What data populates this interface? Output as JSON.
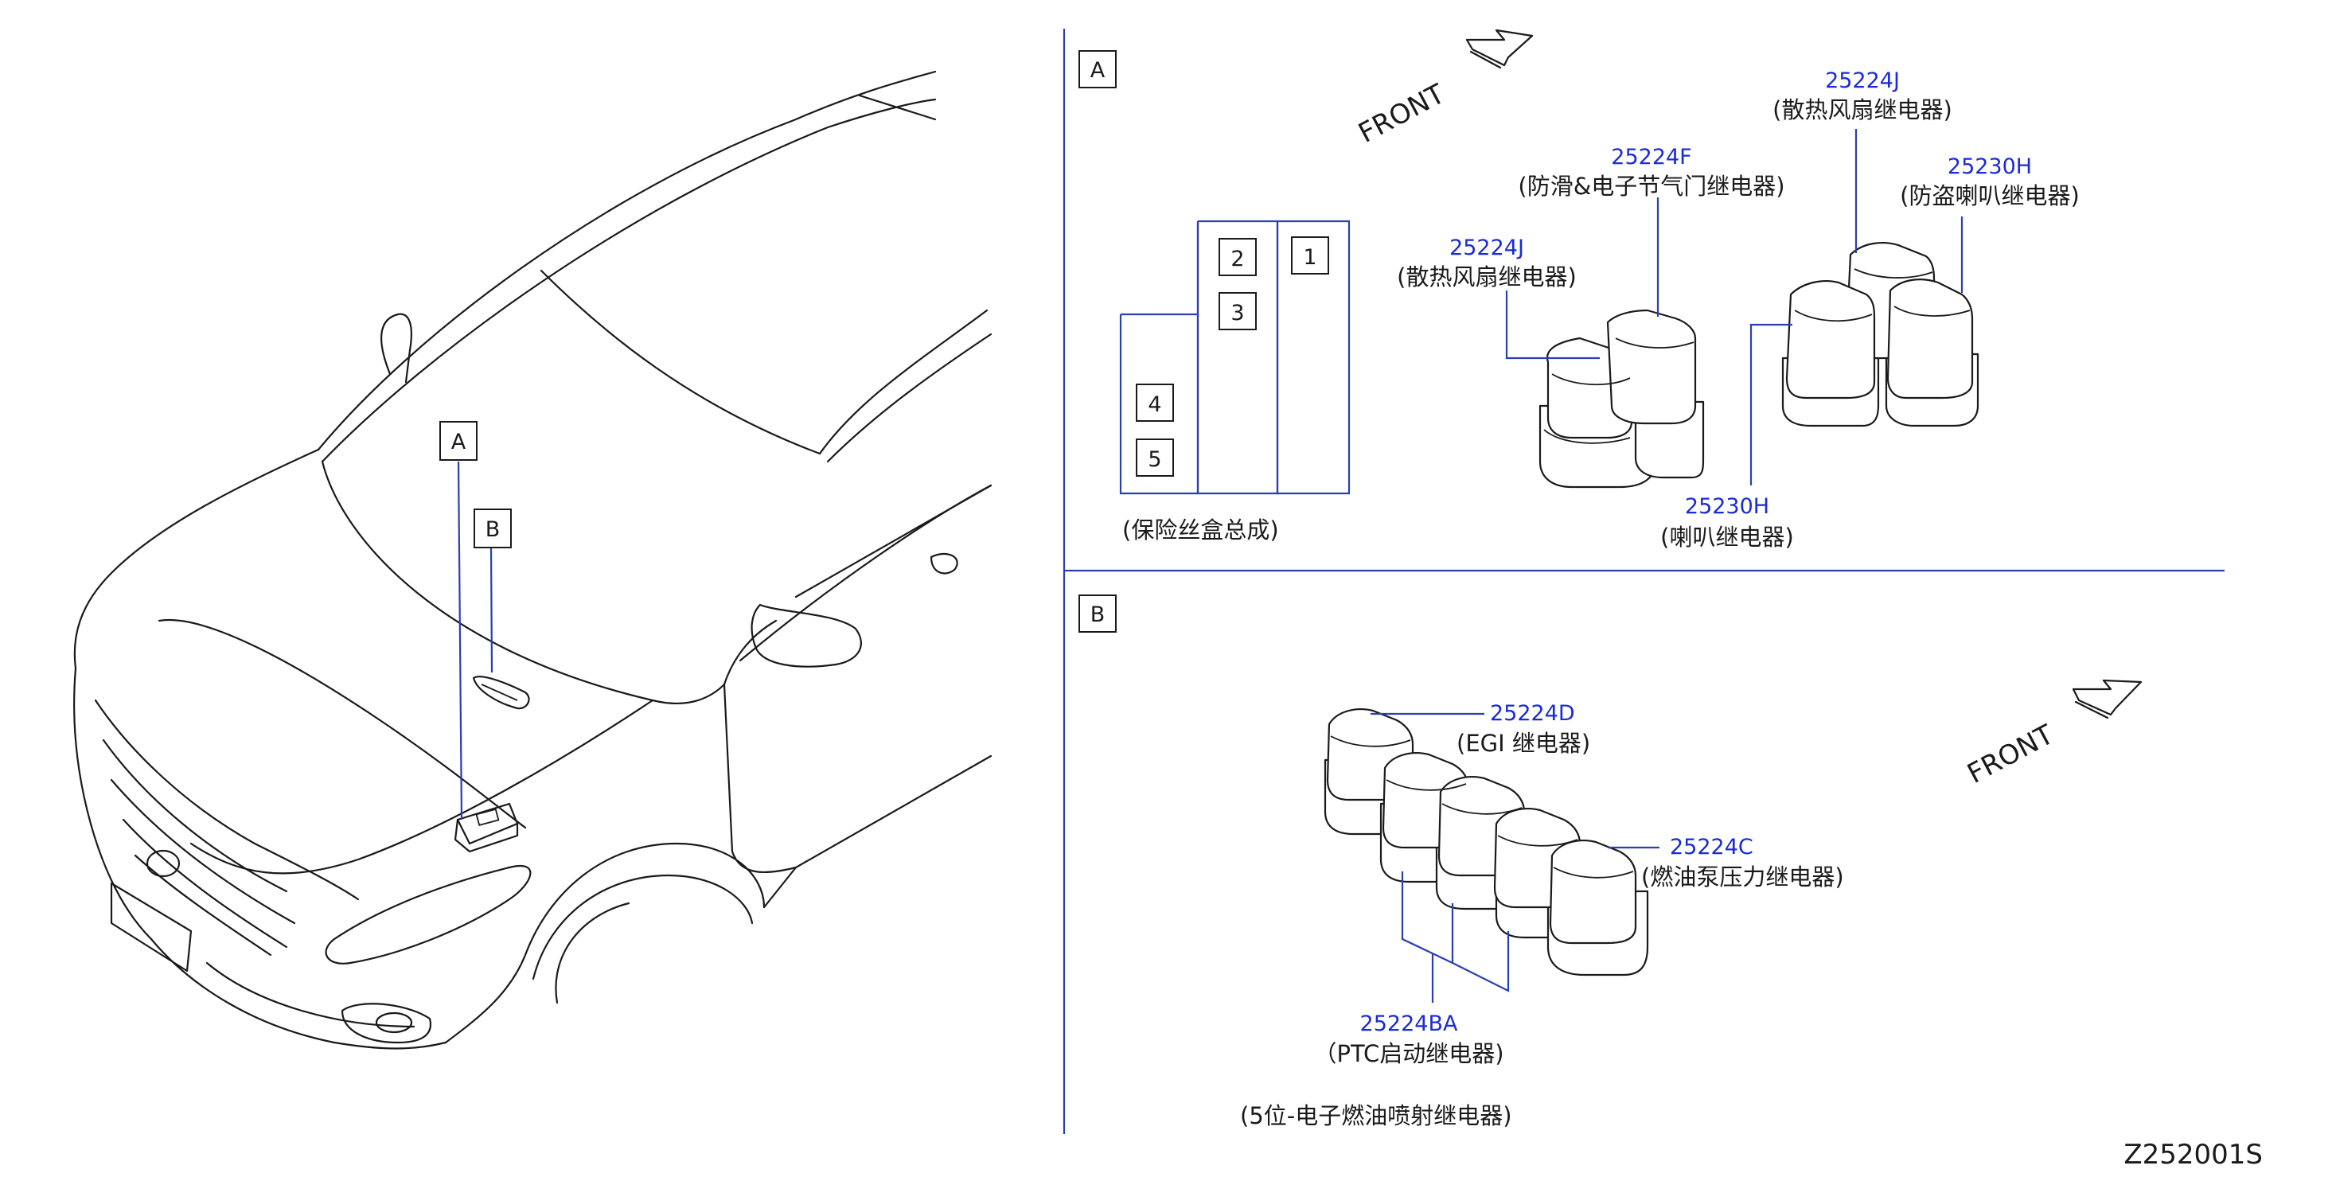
{
  "diagram_code": "Z252001S",
  "front_label": "FRONT",
  "car_callouts": {
    "a": "A",
    "b": "B"
  },
  "panel_a": {
    "tag": "A",
    "fuse_box_cells": [
      "1",
      "2",
      "3",
      "4",
      "5"
    ],
    "fuse_box_caption": "(保险丝盒总成)",
    "relay_labels": [
      {
        "part": "25224J",
        "desc": "(散热风扇继电器)"
      },
      {
        "part": "25224F",
        "desc": "(防滑&电子节气门继电器)"
      },
      {
        "part": "25224J",
        "desc": "(散热风扇继电器)"
      },
      {
        "part": "25230H",
        "desc": "(防盗喇叭继电器)"
      },
      {
        "part": "25230H",
        "desc": "(喇叭继电器)"
      }
    ]
  },
  "panel_b": {
    "tag": "B",
    "relay_labels": [
      {
        "part": "25224D",
        "desc": "(EGI  继电器)"
      },
      {
        "part": "25224C",
        "desc": "(燃油泵压力继电器)"
      },
      {
        "part": "25224BA",
        "desc": "（PTC启动继电器)"
      }
    ],
    "caption": "(5位-电子燃油喷射继电器)"
  },
  "colors": {
    "part_number": "#1a2bd8",
    "leader": "#2a3fb0",
    "ink": "#1a1a1a"
  }
}
